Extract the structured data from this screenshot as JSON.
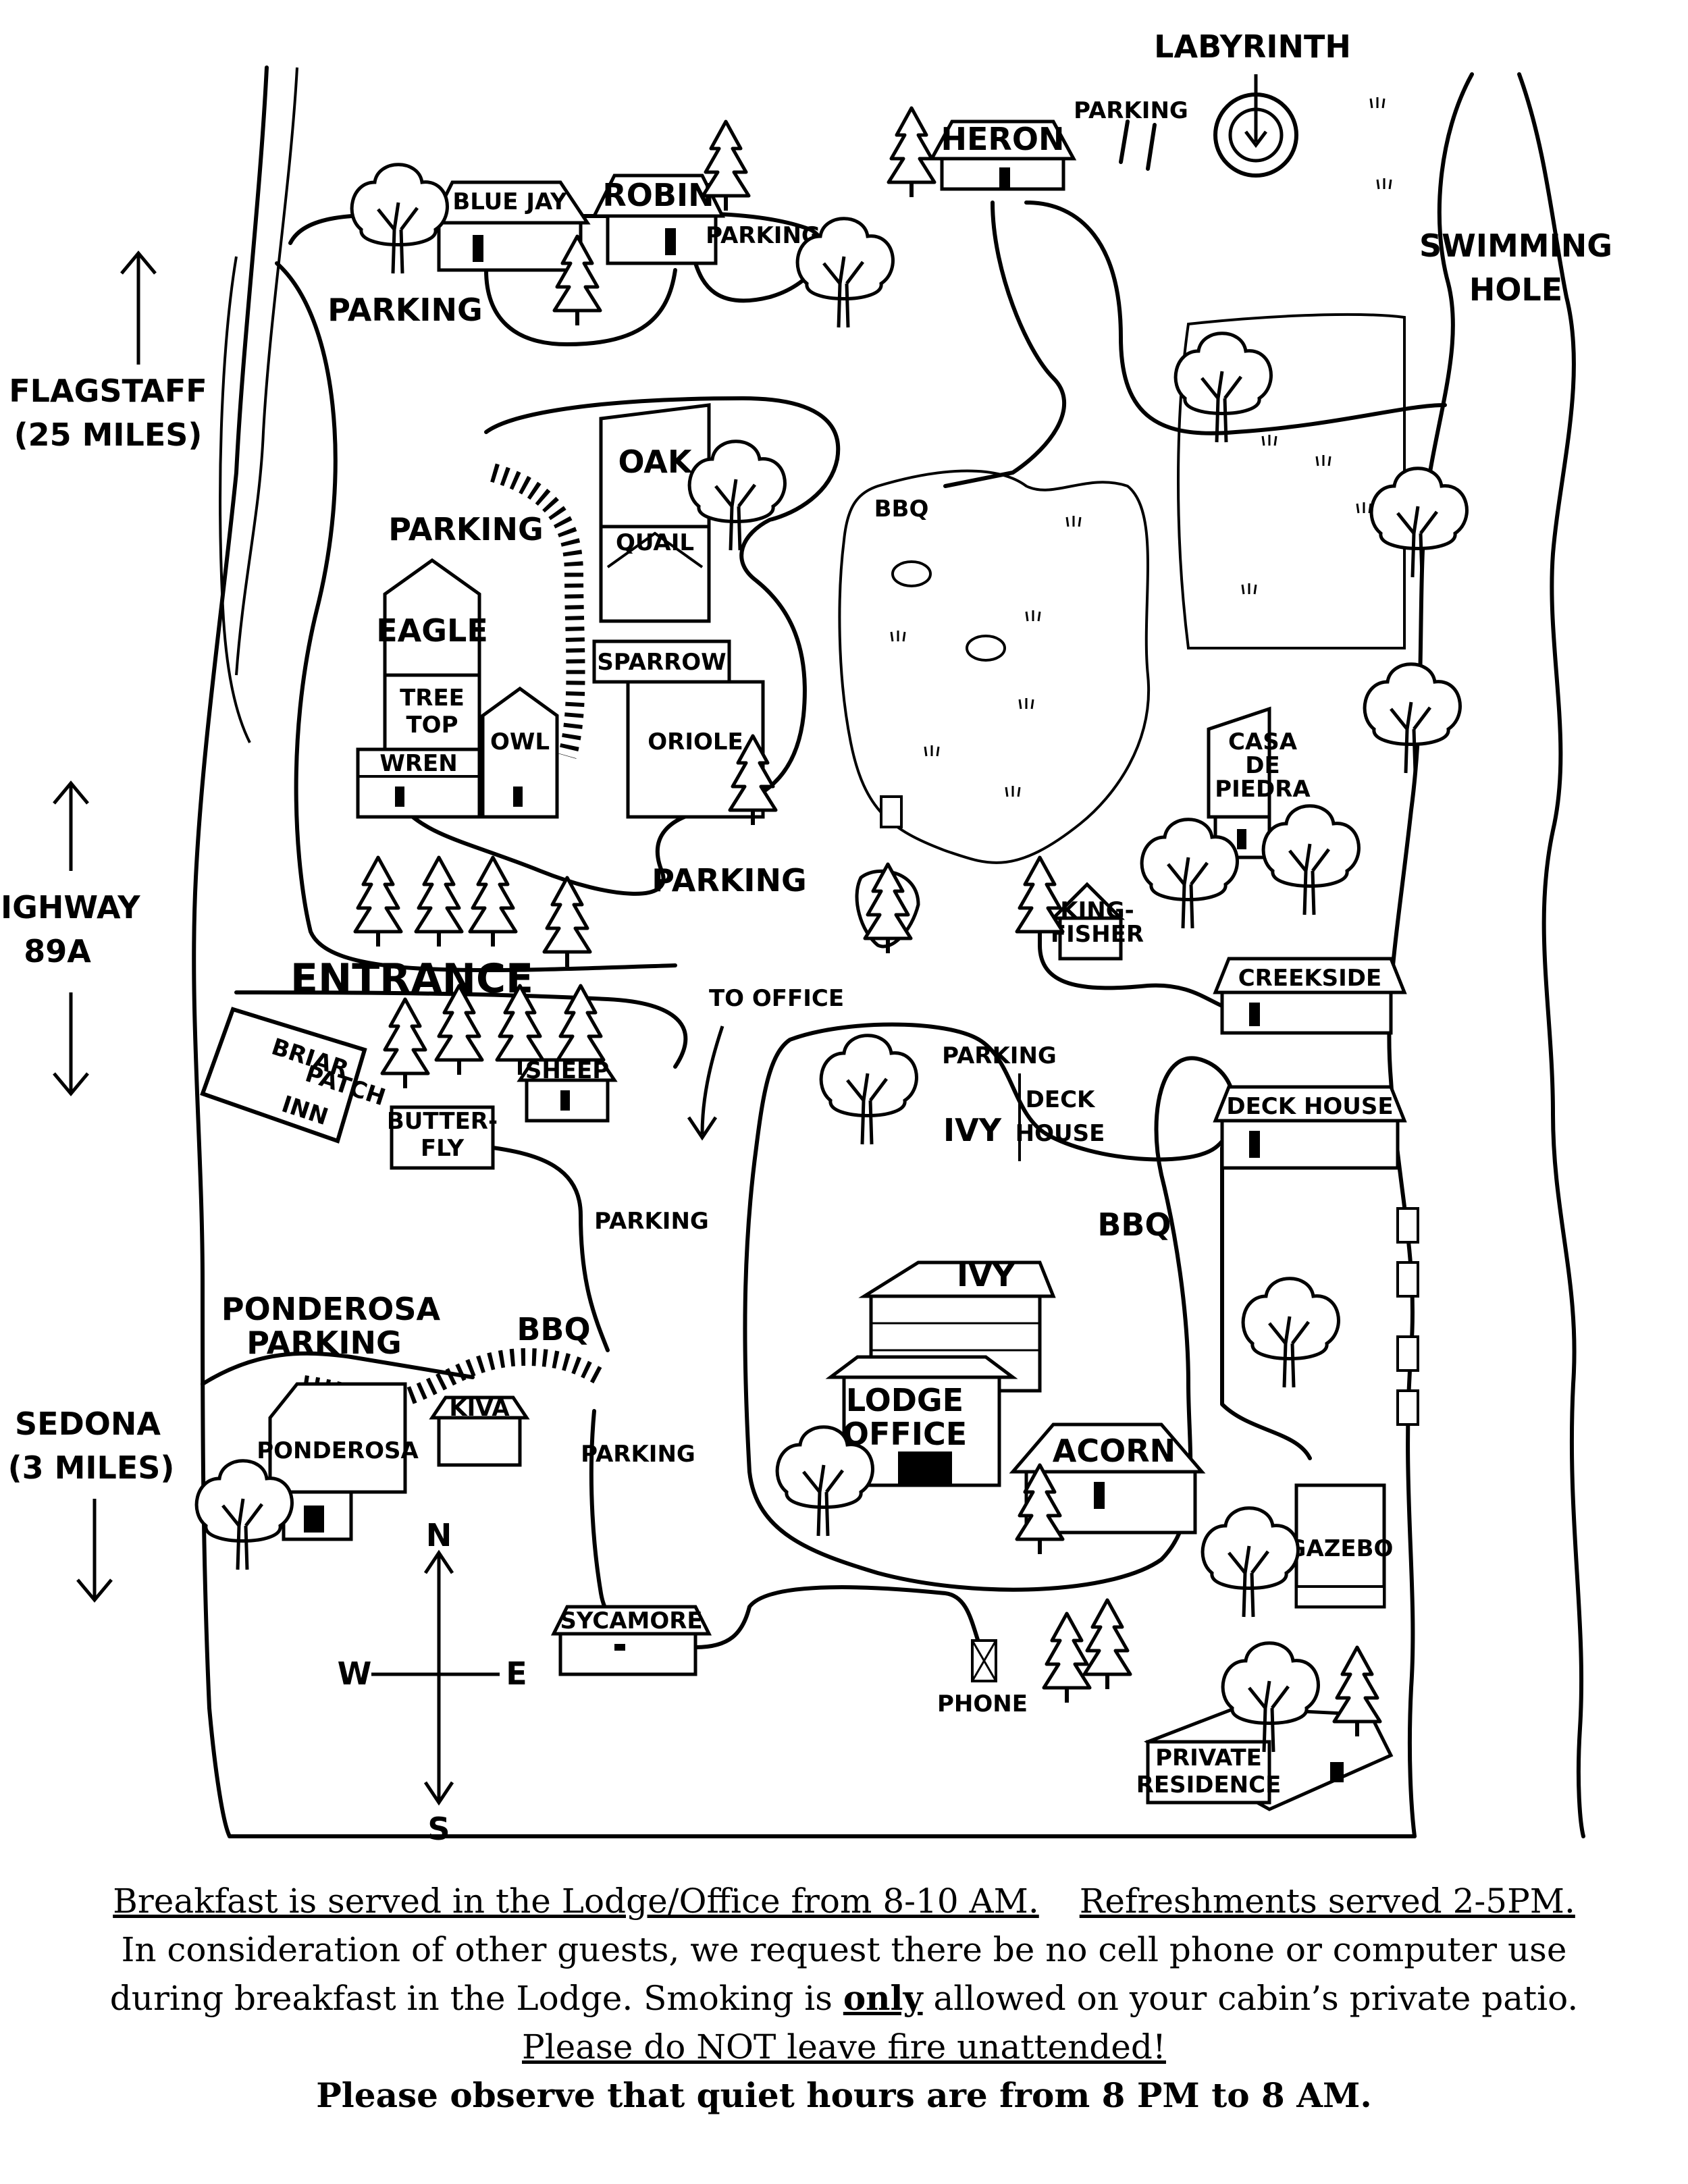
{
  "map": {
    "labels": {
      "labyrinth": "LABYRINTH",
      "parking_labyrinth": "PARKING",
      "heron": "HERON",
      "blue_jay": "BLUE JAY",
      "robin": "ROBIN",
      "parking_robin": "PARKING",
      "parking_bluejay": "PARKING",
      "swimming_hole": [
        "SWIMMING",
        "HOLE"
      ],
      "flagstaff": [
        "FLAGSTAFF",
        "(25 MILES)"
      ],
      "oak": "OAK",
      "quail": "QUAIL",
      "parking_eagle": "PARKING",
      "eagle": "EAGLE",
      "bbq_meadow": "BBQ",
      "sparrow": "SPARROW",
      "tree_top": [
        "TREE",
        "TOP"
      ],
      "owl": "OWL",
      "wren": "WREN",
      "oriole": "ORIOLE",
      "casa_de_piedra": [
        "CASA",
        "DE",
        "PIEDRA"
      ],
      "highway": [
        "HIGHWAY",
        "89A"
      ],
      "parking_oriole": "PARKING",
      "kingfisher": [
        "KING-",
        "FISHER"
      ],
      "entrance": "ENTRANCE",
      "to_office": "TO OFFICE",
      "creekside": "CREEKSIDE",
      "briar_patch_inn": [
        "BRIAR",
        "PATCH",
        "INN"
      ],
      "sheep": "SHEEP",
      "parking_deck": "PARKING",
      "deck_house_label": [
        "DECK",
        "HOUSE"
      ],
      "ivy_label": "IVY",
      "deck_house": "DECK HOUSE",
      "butterfly": [
        "BUTTER-",
        "FLY"
      ],
      "parking_butterfly": "PARKING",
      "bbq_deck": "BBQ",
      "ivy": "IVY",
      "ponderosa_parking": [
        "PONDEROSA",
        "PARKING"
      ],
      "bbq_ponderosa": "BBQ",
      "lodge_office": [
        "LODGE",
        "OFFICE"
      ],
      "sedona": [
        "SEDONA",
        "(3 MILES)"
      ],
      "kiva": "KIVA",
      "ponderosa": "PONDEROSA",
      "parking_kiva": "PARKING",
      "acorn": "ACORN",
      "gazebo": "GAZEBO",
      "sycamore": "SYCAMORE",
      "phone": "PHONE",
      "private_residence": [
        "PRIVATE",
        "RESIDENCE"
      ],
      "compass": {
        "n": "N",
        "s": "S",
        "e": "E",
        "w": "W"
      }
    }
  },
  "notes": {
    "breakfast": "Breakfast is served in the Lodge/Office from 8-10 AM.",
    "refreshments": "Refreshments served 2-5PM.",
    "consideration": "In consideration of other guests, we request there be no cell phone or computer use",
    "smoking_pre": "during breakfast in the Lodge.  Smoking is ",
    "smoking_only": "only",
    "smoking_post": " allowed on your cabin’s private patio.",
    "fire": "Please do NOT leave fire unattended!",
    "quiet": "Please observe that quiet hours are from 8 PM to 8 AM."
  }
}
